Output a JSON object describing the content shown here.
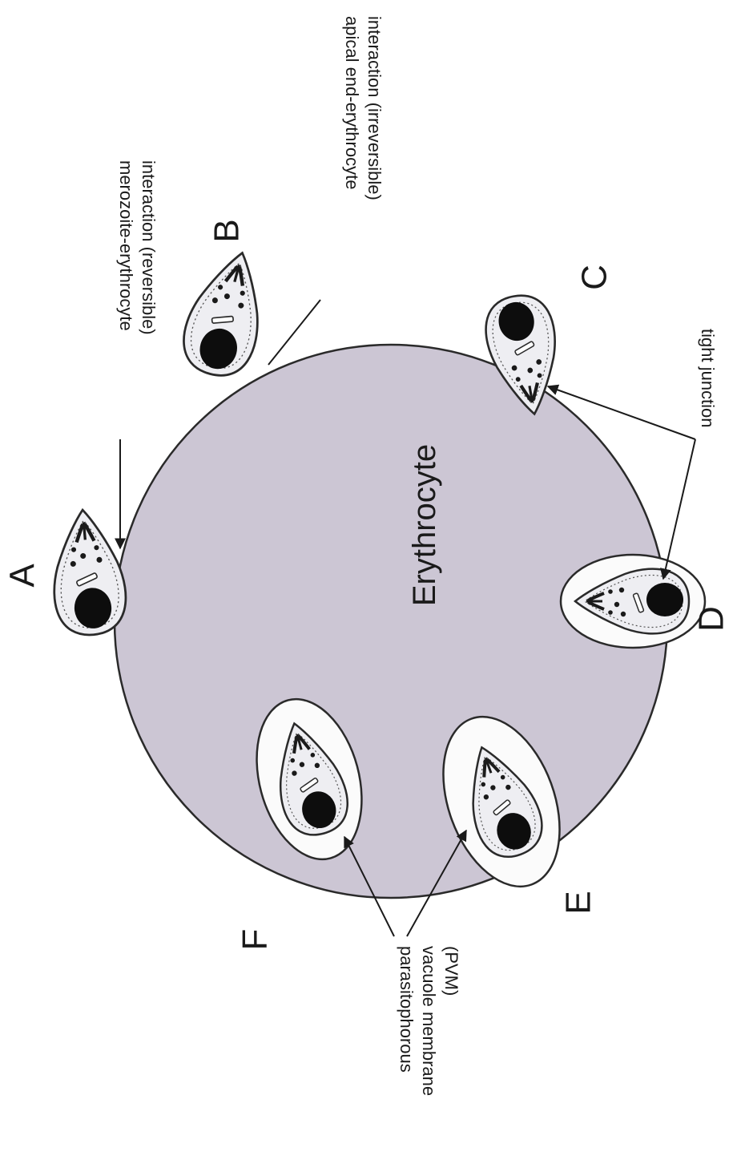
{
  "diagram": {
    "cell_label": "Erythrocyte",
    "stages": {
      "a": "A",
      "b": "B",
      "c": "C",
      "d": "D",
      "e": "E",
      "f": "F"
    },
    "annotations": {
      "reversible": [
        "merozoite-erythrocyte",
        "interaction (reversible)"
      ],
      "irreversible": [
        "apical end-erythrocyte",
        "interaction (irreversible)"
      ],
      "tight_junction": "tight junction",
      "pvm": [
        "parasitophorous",
        "vacuole membrane",
        "(PVM)"
      ]
    },
    "colors": {
      "erythrocyte_fill": "#ccc6d4",
      "outline": "#2a2a2a",
      "nucleus": "#0d0d0d",
      "merozoite_fill": "#eeeef2",
      "vacuole_fill": "#fbfbfb"
    }
  }
}
